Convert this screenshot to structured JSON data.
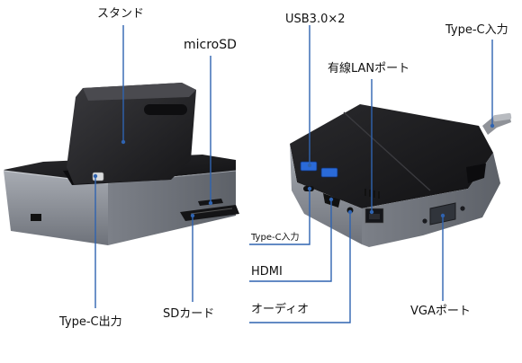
{
  "labels": {
    "stand": "スタンド",
    "microsd": "microSD",
    "typec_out": "Type-C出力",
    "sdcard": "SDカード",
    "usb": "USB3.0×2",
    "lan": "有線LANポート",
    "typec_in": "Type-C入力",
    "typec_in_small": "Type-C入力",
    "hdmi": "HDMI",
    "audio": "オーディオ",
    "vga": "VGAポート"
  },
  "colors": {
    "leader_line": "#2f63b0",
    "body_grey": "#8e929a",
    "top_black": "#1b1b1d"
  }
}
